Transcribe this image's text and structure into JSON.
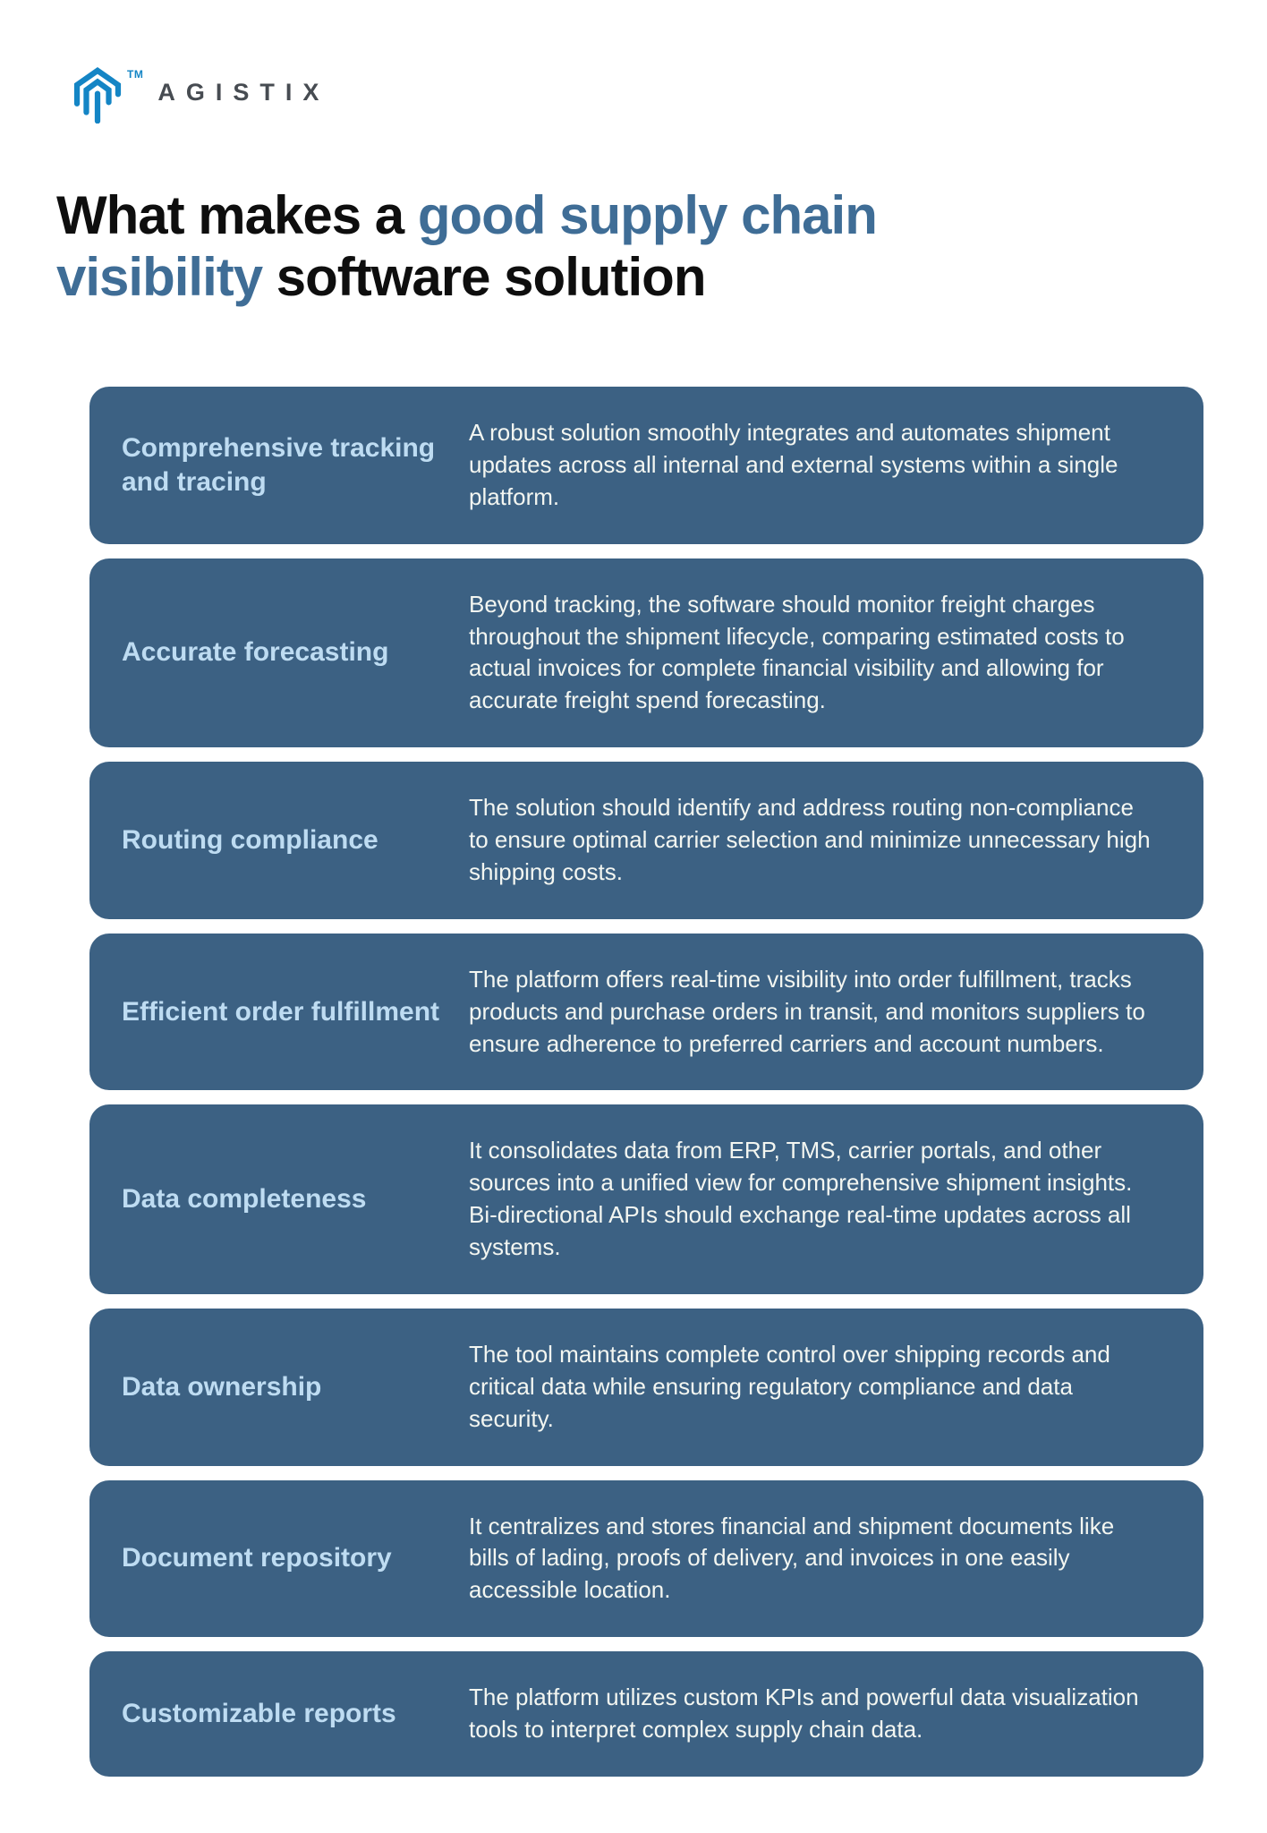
{
  "logo": {
    "brand": "AGISTIX",
    "tm": "TM",
    "icon": "agistix-house-icon"
  },
  "title": {
    "prefix": "What makes a ",
    "highlight": "good supply chain visibility",
    "suffix": " software solution"
  },
  "cards": [
    {
      "title": "Comprehensive tracking and tracing",
      "description": "A robust solution smoothly integrates and automates shipment updates across all internal and external systems within a single platform."
    },
    {
      "title": "Accurate forecasting",
      "description": "Beyond tracking, the software should monitor freight charges throughout the shipment lifecycle, comparing estimated costs to actual invoices for complete financial visibility and allowing for accurate freight spend forecasting."
    },
    {
      "title": "Routing compliance",
      "description": "The solution should identify and address routing non-compliance to ensure optimal carrier selection and minimize unnecessary high shipping costs."
    },
    {
      "title": "Efficient order fulfillment",
      "description": "The platform offers real-time visibility into order fulfillment, tracks products and purchase orders in transit, and monitors suppliers to ensure adherence to preferred carriers and account numbers."
    },
    {
      "title": "Data completeness",
      "description": "It consolidates data from ERP, TMS, carrier portals, and other sources into a unified view for comprehensive shipment insights. Bi-directional APIs should exchange real-time updates across all systems."
    },
    {
      "title": "Data ownership",
      "description": "The tool maintains complete control over shipping records and critical data while ensuring regulatory compliance and data security."
    },
    {
      "title": "Document repository",
      "description": "It centralizes and stores financial and shipment documents like bills of lading, proofs of delivery, and invoices in one easily accessible location."
    },
    {
      "title": "Customizable reports",
      "description": "The platform utilizes custom KPIs and powerful data visualization tools to interpret complex supply chain data."
    }
  ],
  "colors": {
    "page_bg": "#ffffff",
    "card_bg": "#3c6183",
    "card_heading": "#bedcf2",
    "card_body": "#f3f6f1",
    "accent_orange": "#f1a54e",
    "title_black": "#0e0e0e",
    "title_blue": "#3f6d96",
    "logo_blue": "#1485c5",
    "logo_text": "#474c52"
  }
}
